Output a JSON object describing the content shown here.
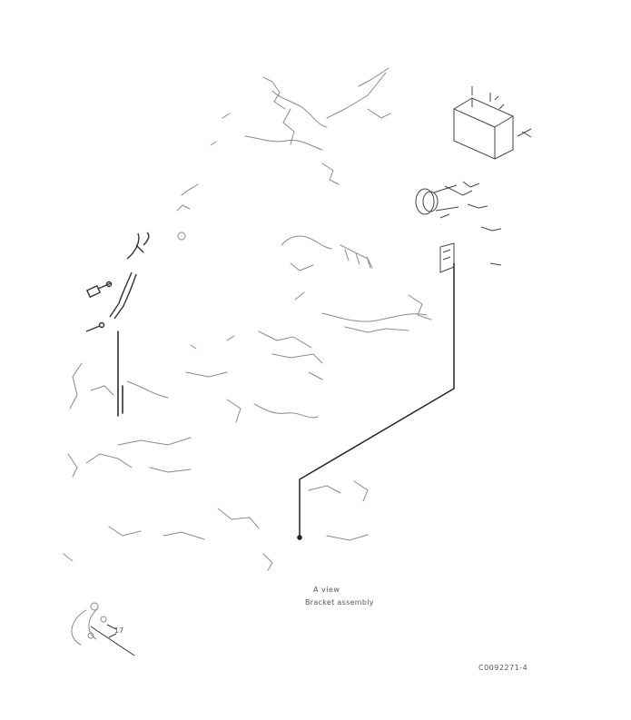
{
  "diagram": {
    "view_label": "A view",
    "view_sublabel": "Bracket assembly",
    "detail_callout": "17",
    "document_id": "C0092271-4"
  },
  "colors": {
    "line": "#222222",
    "faint": "#8a8a8a",
    "background": "#ffffff"
  }
}
